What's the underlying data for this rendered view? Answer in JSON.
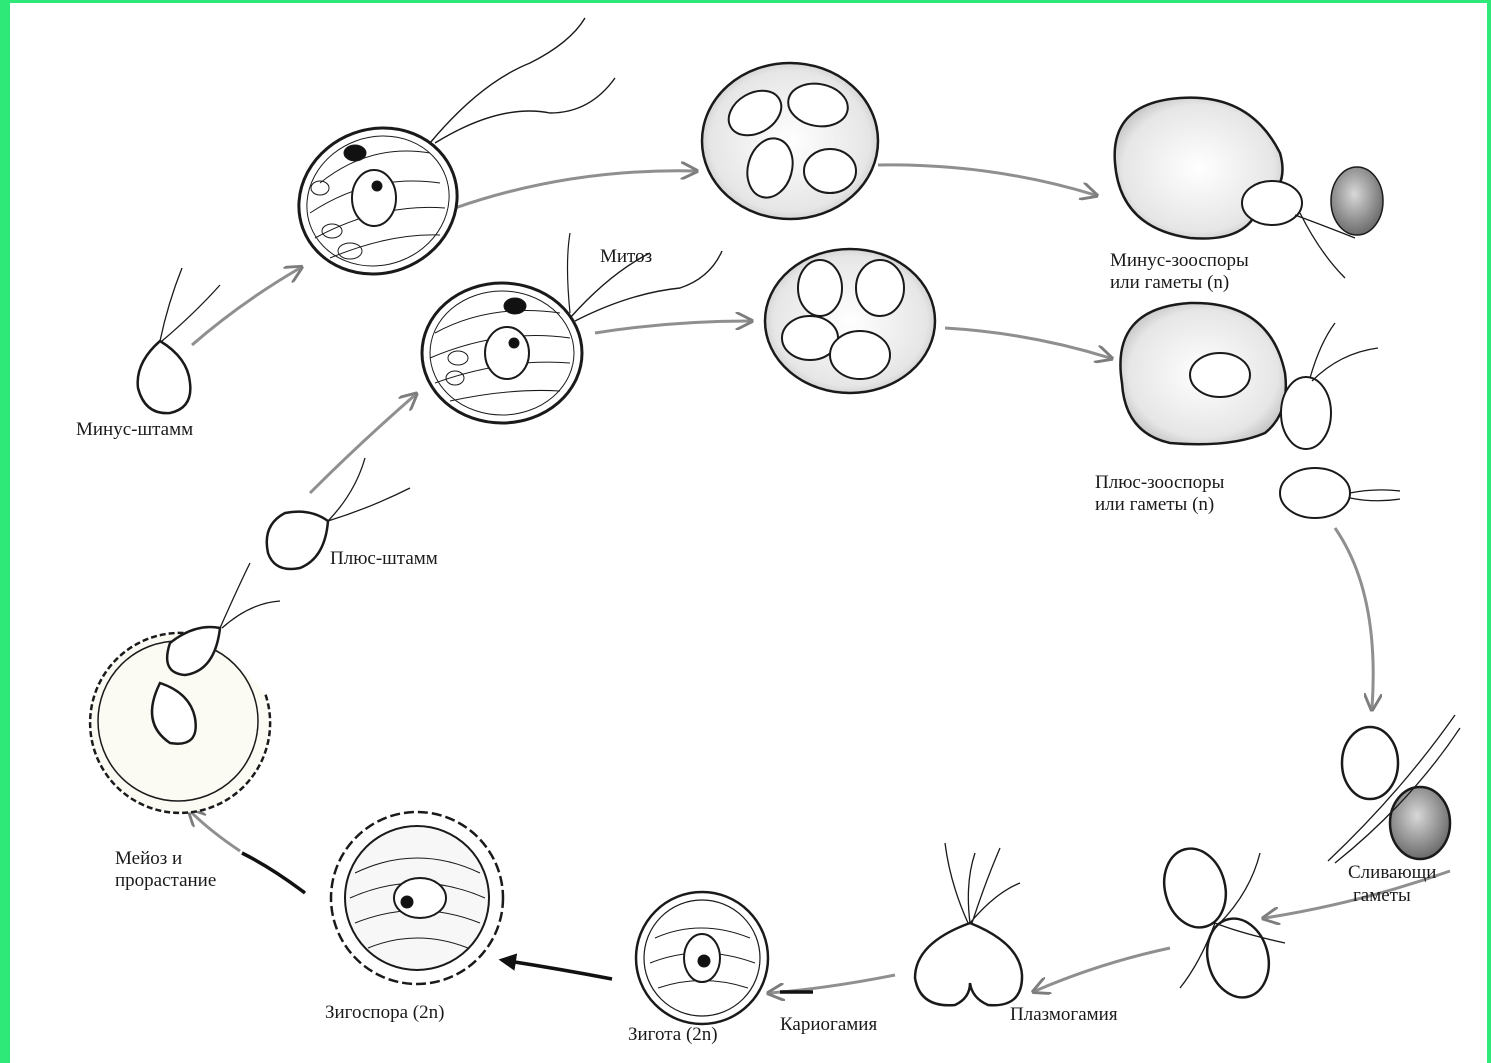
{
  "labels": {
    "minus_strain": "Минус-штамм",
    "mitosis": "Митоз",
    "minus_zoospores_1": "Минус-зооспоры",
    "minus_zoospores_2": "или гаметы (n)",
    "plus_zoospores_1": "Плюс-зооспоры",
    "plus_zoospores_2": "или гаметы (n)",
    "plus_strain": "Плюс-штамм",
    "meiosis_1": "Мейоз и",
    "meiosis_2": "прорастание",
    "fusing_1": "Сливающи",
    "fusing_2": "гаметы",
    "plasmogamy": "Плазмогамия",
    "karyogamy": "Кариогамия",
    "zygote": "Зигота (2n)",
    "zygospore": "Зигоспора (2n)"
  },
  "colors": {
    "border": "#2ee878",
    "ink": "#1a1a1a",
    "arrow": "#8f8f8f"
  }
}
